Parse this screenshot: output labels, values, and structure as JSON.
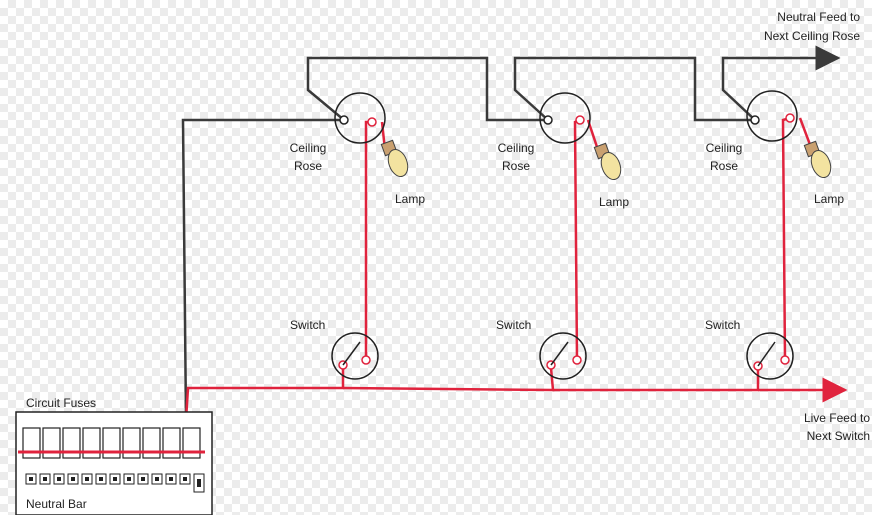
{
  "labels": {
    "neutral_feed_l1": "Neutral Feed to",
    "neutral_feed_l2": "Next Ceiling Rose",
    "live_feed_l1": "Live Feed to",
    "live_feed_l2": "Next Switch",
    "circuit_fuses": "Circuit Fuses",
    "neutral_bar": "Neutral Bar"
  },
  "units": [
    {
      "rose_l1": "Ceiling",
      "rose_l2": "Rose",
      "lamp": "Lamp",
      "switch": "Switch"
    },
    {
      "rose_l1": "Ceiling",
      "rose_l2": "Rose",
      "lamp": "Lamp",
      "switch": "Switch"
    },
    {
      "rose_l1": "Ceiling",
      "rose_l2": "Rose",
      "lamp": "Lamp",
      "switch": "Switch"
    }
  ],
  "colors": {
    "neutral": "#3a3a3a",
    "live": "#e0233d",
    "lamp": "#f3e3a0"
  }
}
